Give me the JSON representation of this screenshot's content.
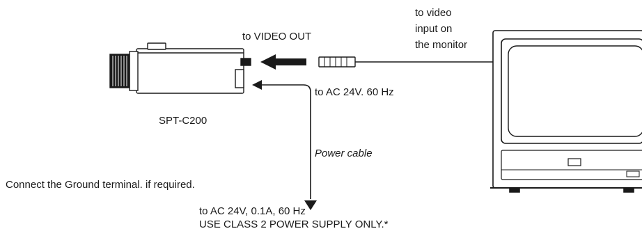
{
  "labels": {
    "video_out": "to VIDEO OUT",
    "monitor_input": [
      "to video",
      "input on",
      "the monitor"
    ],
    "ac_camera": "to AC 24V. 60 Hz",
    "camera_model": "SPT-C200",
    "power_cable": "Power cable",
    "ground_note": "Connect the Ground terminal. if required.",
    "supply_spec": "to AC 24V, 0.1A, 60 Hz",
    "supply_warning": "USE CLASS 2 POWER SUPPLY ONLY.*"
  },
  "colors": {
    "ink": "#1a1a1a",
    "background": "#ffffff"
  }
}
